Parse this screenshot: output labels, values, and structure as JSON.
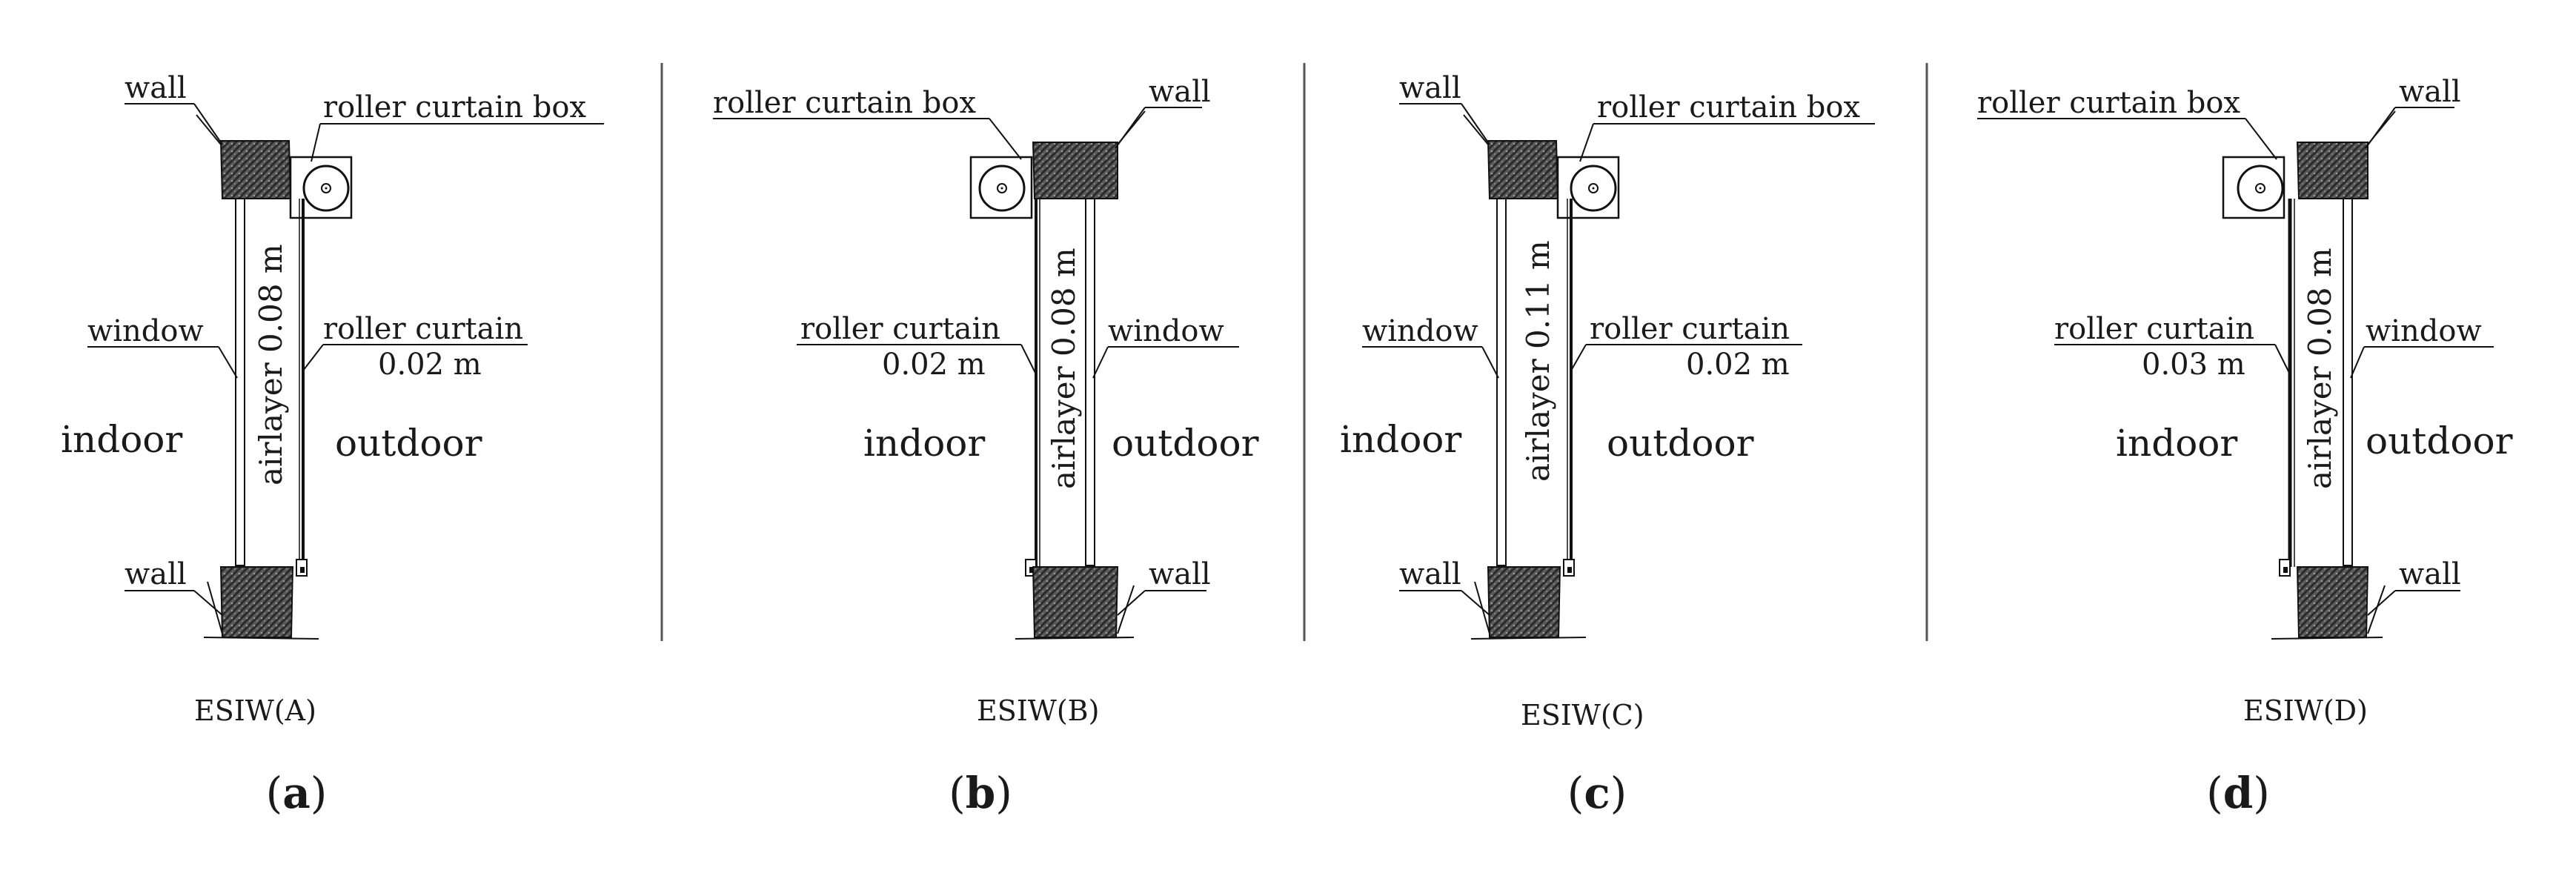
{
  "figure": {
    "panels": [
      {
        "id": "a",
        "caption": "ESIW(A)",
        "subfig": "(a)",
        "labels": {
          "wall_top": "wall",
          "box": "roller curtain box",
          "window": "window",
          "curtain": "roller curtain",
          "curtain_thickness": "0.02 m",
          "airlayer": "airlayer 0.08 m",
          "indoor": "indoor",
          "outdoor": "outdoor",
          "wall_bottom": "wall"
        }
      },
      {
        "id": "b",
        "caption": "ESIW(B)",
        "subfig": "(b)",
        "labels": {
          "wall_top": "wall",
          "box": "roller curtain box",
          "window": "window",
          "curtain": "roller curtain",
          "curtain_thickness": "0.02 m",
          "airlayer": "airlayer 0.08 m",
          "indoor": "indoor",
          "outdoor": "outdoor",
          "wall_bottom": "wall"
        }
      },
      {
        "id": "c",
        "caption": "ESIW(C)",
        "subfig": "(c)",
        "labels": {
          "wall_top": "wall",
          "box": "roller curtain box",
          "window": "window",
          "curtain": "roller curtain",
          "curtain_thickness": "0.02 m",
          "airlayer": "airlayer 0.11 m",
          "indoor": "indoor",
          "outdoor": "outdoor",
          "wall_bottom": "wall"
        }
      },
      {
        "id": "d",
        "caption": "ESIW(D)",
        "subfig": "(d)",
        "labels": {
          "wall_top": "wall",
          "box": "roller curtain box",
          "window": "window",
          "curtain": "roller curtain",
          "curtain_thickness": "0.03 m",
          "airlayer": "airlayer 0.08 m",
          "indoor": "indoor",
          "outdoor": "outdoor",
          "wall_bottom": "wall"
        }
      }
    ]
  }
}
